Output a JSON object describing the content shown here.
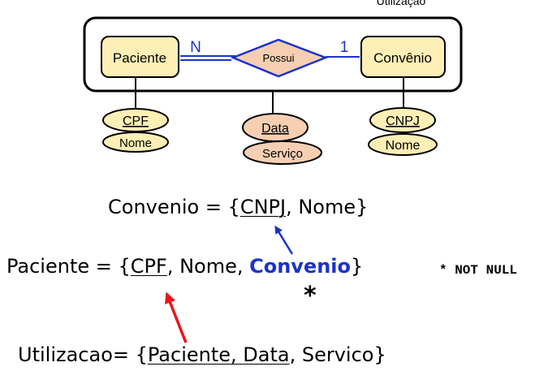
{
  "diagram": {
    "aggregation_label": "Utilização",
    "entity_paciente": "Paciente",
    "entity_convenio": "Convênio",
    "relationship": "Possui",
    "cardinality_n": "N",
    "cardinality_1": "1",
    "attr_cpf": "CPF",
    "attr_nome_paciente": "Nome",
    "attr_data": "Data",
    "attr_servico": "Serviço",
    "attr_cnpj": "CNPJ",
    "attr_nome_convenio": "Nome"
  },
  "relations": {
    "convenio": {
      "prefix": "Convenio = {",
      "key": "CNPJ",
      "rest": ", Nome}"
    },
    "paciente": {
      "prefix": "Paciente = {",
      "key": "CPF",
      "middle": ", Nome, ",
      "fk": "Convenio",
      "suffix": "}"
    },
    "utilizacao": {
      "prefix": "Utilizacao= {",
      "key": "Paciente, Data",
      "rest": ", Servico}"
    }
  },
  "notes": {
    "not_null_star": "*",
    "not_null_label": "* NOT NULL"
  },
  "colors": {
    "entity_fill": "#fdefb6",
    "derived_fill": "#f6cfb2",
    "relationship_stroke": "#1b32cc",
    "fk_text": "#1b32cc",
    "arrow_blue": "#1b32cc",
    "arrow_red": "#e8161b"
  }
}
